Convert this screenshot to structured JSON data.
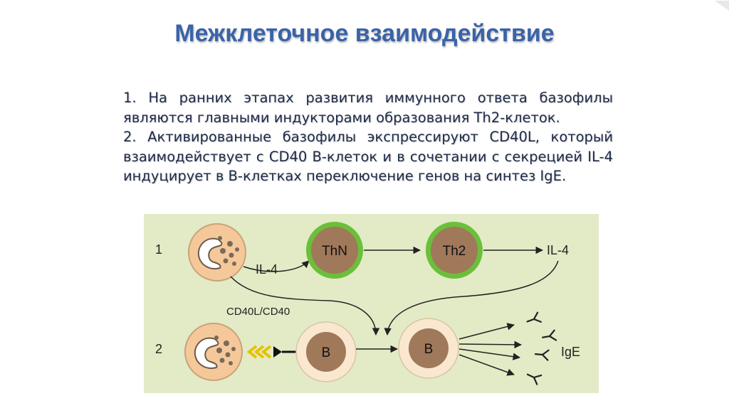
{
  "title": "Межклеточное взаимодействие",
  "paragraphs": [
    "1. На ранних этапах развития иммунного ответа базофилы являются главными индукторами образования Th2-клеток.",
    "2. Активированные базофилы экспрессируют CD40L, который взаимодействует с CD40 В-клеток и в сочетании с секрецией IL-4 индуцирует в В-клетках переключение генов на синтез IgE."
  ],
  "diagram": {
    "row_labels": {
      "row1": "1",
      "row2": "2"
    },
    "cells": {
      "thn": "ThN",
      "th2": "Th2",
      "b_left": "B",
      "b_right": "B"
    },
    "labels": {
      "il4_left": "IL-4",
      "il4_right": "IL-4",
      "cd40": "CD40L/CD40",
      "ige": "IgE"
    },
    "colors": {
      "panel_bg": "#e2ebc6",
      "basophil_fill": "#f5c89a",
      "basophil_stroke": "#c8a27a",
      "t_cell_ring": "#6bbf3a",
      "t_cell_core": "#a0785a",
      "b_cell_outer": "#fae7cf",
      "b_cell_core": "#a0785a",
      "line": "#333333",
      "receptor": "#e6c200"
    }
  }
}
